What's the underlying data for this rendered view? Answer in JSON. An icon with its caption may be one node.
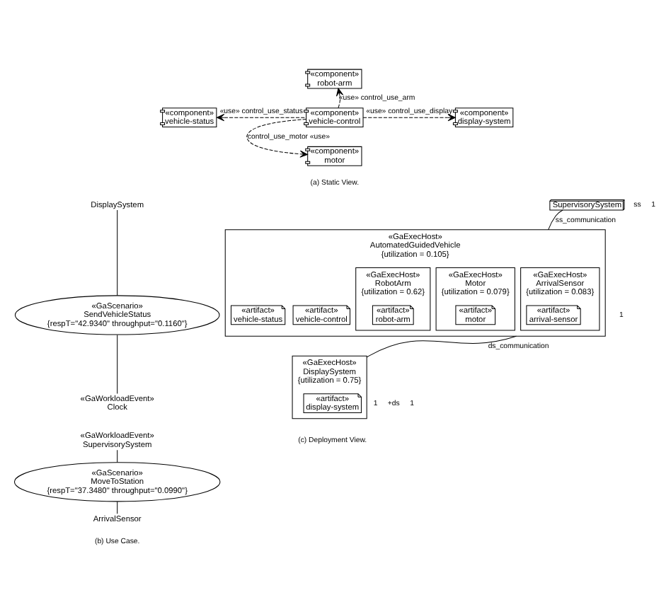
{
  "diagram": {
    "nodes": [
      {
        "text": [
          "«component»",
          "robot-arm"
        ]
      },
      {
        "text": [
          "«component»",
          "vehicle-status"
        ]
      },
      {
        "text": [
          "«component»",
          "vehicle-control"
        ]
      },
      {
        "text": [
          "«component»",
          "display-system"
        ]
      },
      {
        "text": [
          "«component»",
          "motor"
        ]
      },
      {
        "text": [
          "DisplaySystem"
        ]
      },
      {
        "text": [
          "«GaScenario»",
          "SendVehicleStatus",
          "{respT=\"42.9340\" throughput=\"0.1160\"}"
        ]
      },
      {
        "text": [
          "«GaWorkloadEvent»",
          "Clock"
        ]
      },
      {
        "text": [
          "«GaWorkloadEvent»",
          "SupervisorySystem"
        ]
      },
      {
        "text": [
          "«GaScenario»",
          "MoveToStation",
          "{respT=\"37.3480\" throughput=\"0.0990\"}"
        ]
      },
      {
        "text": [
          "ArrivalSensor"
        ]
      },
      {
        "text": [
          "SupervisorySystem"
        ]
      },
      {
        "text": [
          "«GaExecHost»",
          "AutomatedGuidedVehicle",
          "{utilization = 0.105}"
        ]
      },
      {
        "text": [
          "«GaExecHost»",
          "ArrivalSensor",
          "{utilization = 0.083}"
        ],
        "in": 12
      },
      {
        "text": [
          "«artifact»",
          "arrival-sensor"
        ],
        "in": 13
      },
      {
        "text": [
          "«GaExecHost»",
          "Motor",
          "{utilization = 0.079}"
        ],
        "in": 12
      },
      {
        "text": [
          "«artifact»",
          "motor"
        ],
        "in": 15
      },
      {
        "text": [
          "«GaExecHost»",
          "RobotArm",
          "{utilization = 0.62}"
        ],
        "in": 12
      },
      {
        "text": [
          "«artifact»",
          "robot-arm"
        ],
        "in": 17
      },
      {
        "text": [
          "«artifact»",
          "vehicle-control"
        ],
        "in": 12
      },
      {
        "text": [
          "«artifact»",
          "vehicle-status"
        ],
        "in": 12
      },
      {
        "text": [
          "«GaExecHost»",
          "DisplaySystem",
          "{utilization = 0.75}"
        ]
      },
      {
        "text": [
          "«artifact»",
          "display-system"
        ],
        "in": 21
      }
    ],
    "edges": [
      {
        "from": 2,
        "to": 0,
        "arrow": "to",
        "style": "dashed",
        "label": "«use» control_use_arm"
      },
      {
        "from": 2,
        "to": 1,
        "arrow": "to",
        "style": "dashed",
        "label": "«use» control_use_status"
      },
      {
        "from": 2,
        "to": 3,
        "arrow": "to",
        "style": "dashed",
        "label": "«use» control_use_display"
      },
      {
        "from": 2,
        "to": 4,
        "arrow": "to",
        "style": "dashed",
        "label": "control_use_motor «use»"
      },
      {
        "from": 5,
        "to": 6,
        "arrow": "none"
      },
      {
        "from": 6,
        "to": 7,
        "arrow": "none"
      },
      {
        "from": 8,
        "to": 9,
        "arrow": "none"
      },
      {
        "from": 9,
        "to": 10,
        "arrow": "none"
      },
      {
        "from": 11,
        "to": 12,
        "arrow": "none",
        "label": "ss_communication"
      },
      {
        "from": 12,
        "to": 21,
        "arrow": "none",
        "label": "ds_communication"
      }
    ],
    "labels": [
      "(a) Static View.",
      "ss",
      "1",
      "1",
      "1",
      "+ds",
      "1",
      "(b) Use Case.",
      "(c) Deployment View."
    ]
  }
}
